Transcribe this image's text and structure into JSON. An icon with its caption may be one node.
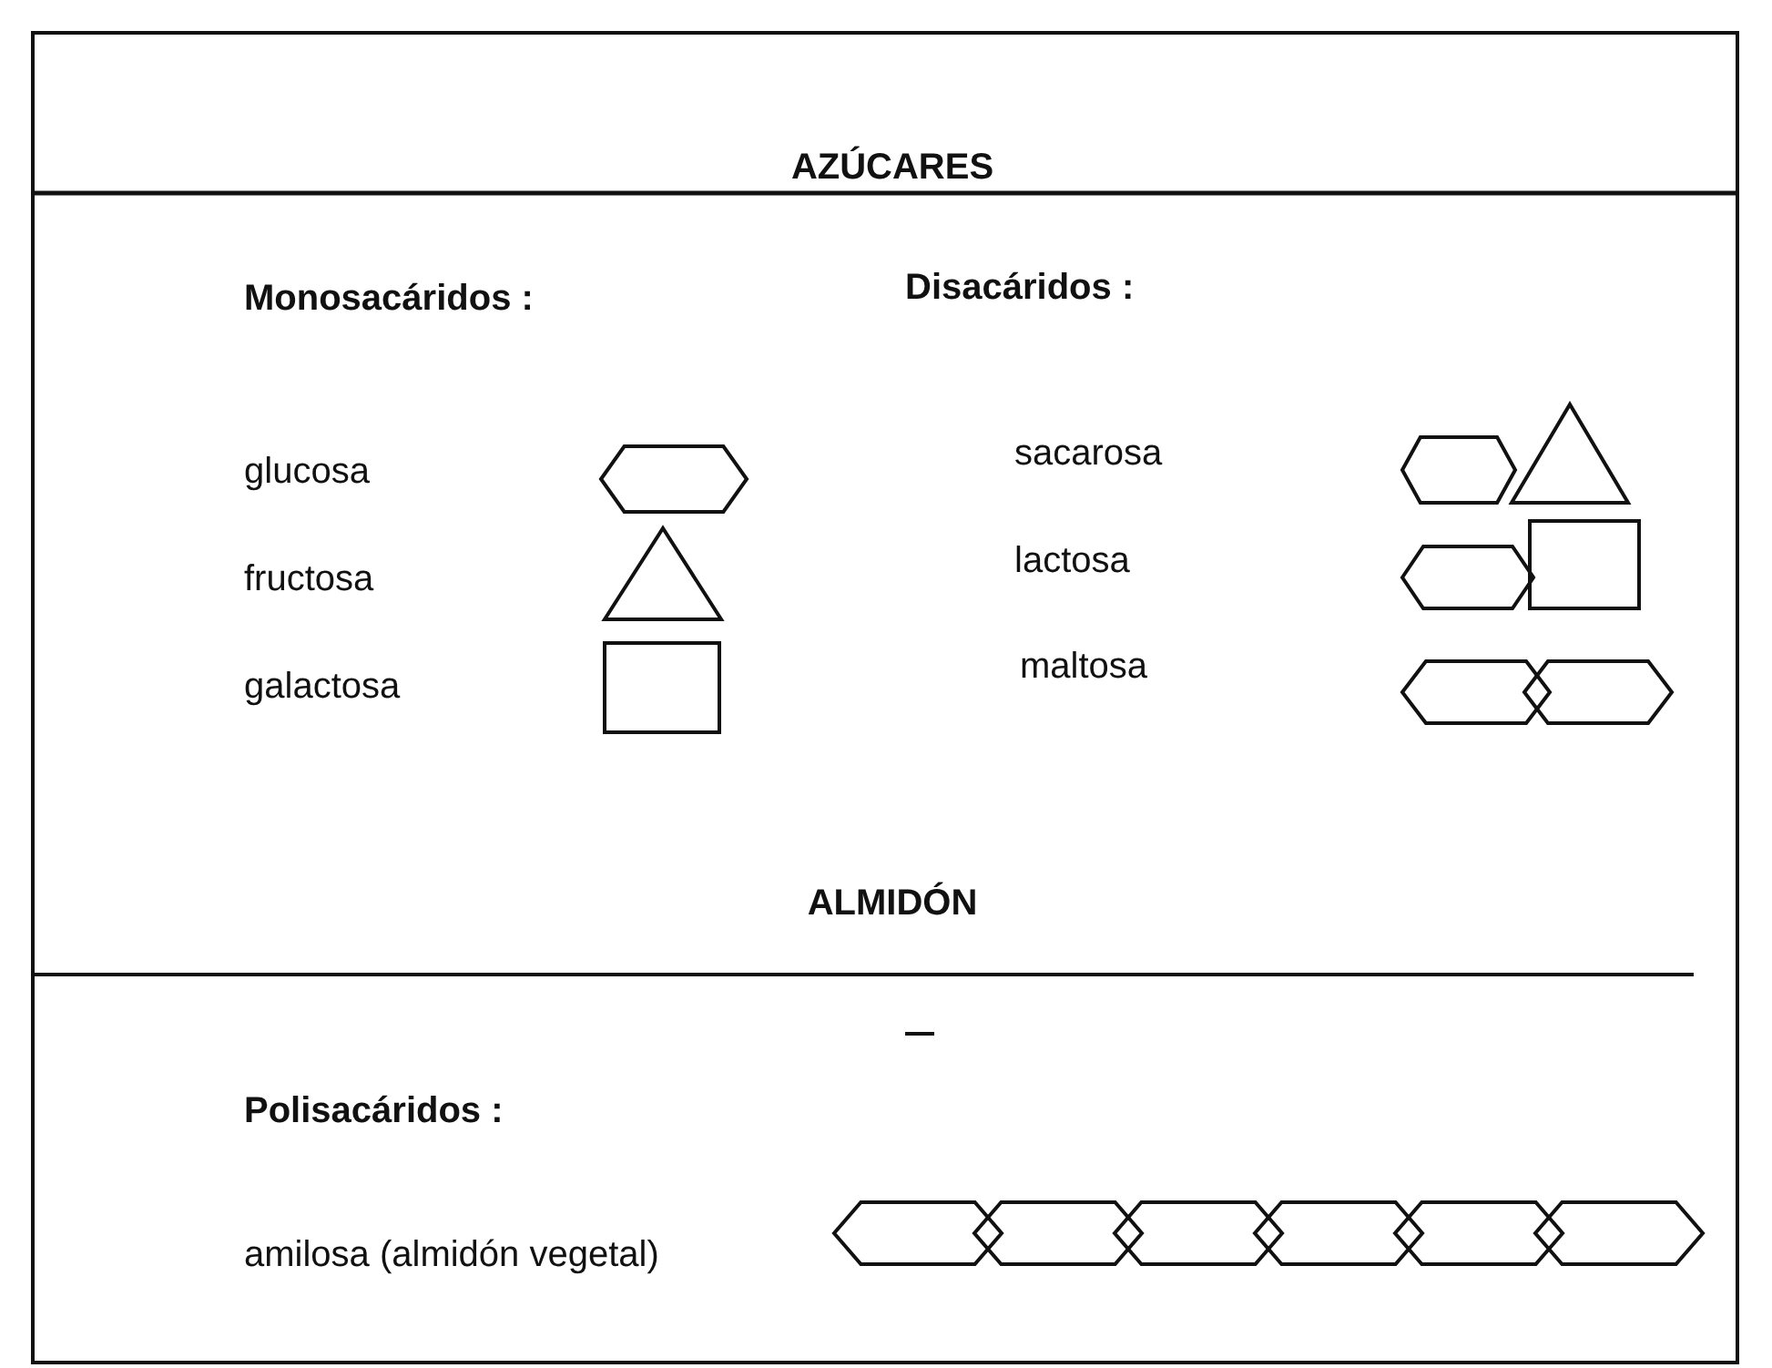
{
  "diagram": {
    "labels": [
      "AZÚCARES",
      "Monosacáridos :",
      "Disacáridos :",
      "glucosa",
      "sacarosa",
      "fructosa",
      "lactosa",
      "galactosa",
      "maltosa",
      "ALMIDÓN",
      "Polisacáridos :",
      "amilosa (almidón vegetal)"
    ]
  }
}
